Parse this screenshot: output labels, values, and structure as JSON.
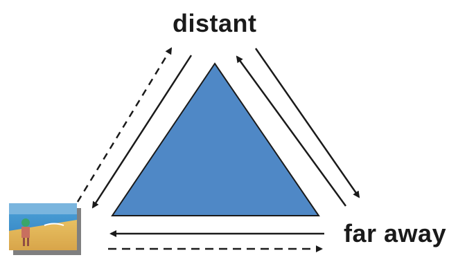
{
  "diagram": {
    "nodes": {
      "top": {
        "label": "distant"
      },
      "right": {
        "label": "far away"
      },
      "left": {
        "image": "beach-scene-thumbnail"
      }
    },
    "colors": {
      "triangle_fill": "#4f88c6",
      "triangle_stroke": "#1a1a1a",
      "arrow": "#1a1a1a"
    },
    "icons": {
      "left_node": "beach-scene-icon"
    }
  }
}
